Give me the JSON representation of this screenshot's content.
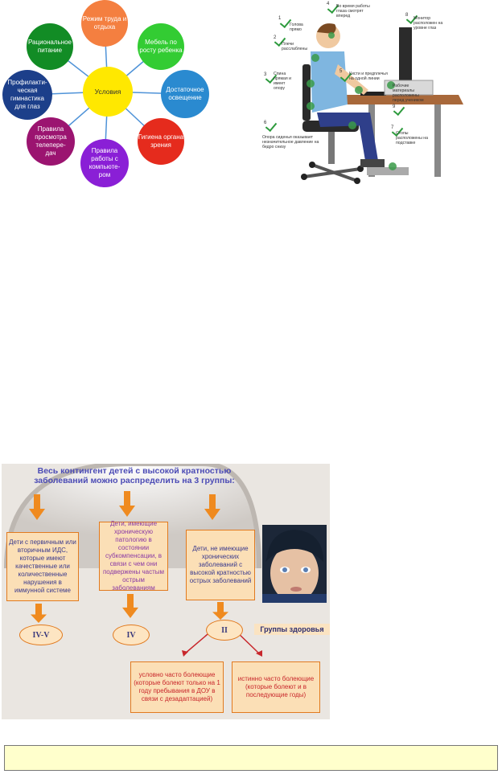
{
  "flower": {
    "center": "Условия",
    "petals": [
      {
        "label": "Режим труда и отдыха",
        "color": "#f47f40"
      },
      {
        "label": "Мебель по росту ребенка",
        "color": "#33cc33"
      },
      {
        "label": "Достаточное освещение",
        "color": "#2a8ad0"
      },
      {
        "label": "Гигиена органа зрения",
        "color": "#e52b1d"
      },
      {
        "label": "Правила работы с компьюте-ром",
        "color": "#8a1fd6"
      },
      {
        "label": "Правила просмотра телепере-дач",
        "color": "#9b1470"
      },
      {
        "label": "Профилакти-ческая гимнастика для глаз",
        "color": "#1c3f8a"
      },
      {
        "label": "Рациональное питание",
        "color": "#128c25"
      }
    ],
    "spoke_color": "#4f93d8"
  },
  "posture": {
    "notes": [
      {
        "num": "1",
        "text": "Голова прямо"
      },
      {
        "num": "2",
        "text": "Плечи расслаблены"
      },
      {
        "num": "3",
        "text": "Спина прямая и имеет опору"
      },
      {
        "num": "4",
        "text": "Во время работы глаза смотрят вперед"
      },
      {
        "num": "5",
        "text": "Кисти и предплечья на одной линии"
      },
      {
        "num": "6",
        "text": "Опора сиденья оказывает незначительное давление на бедро снизу"
      },
      {
        "num": "7",
        "text": "Стопы расположены на подставке"
      },
      {
        "num": "8",
        "text": "Монитор расположен на уровне глаз"
      },
      {
        "num": "9",
        "text": ""
      },
      {
        "label": "Рабочие материалы расположены перед учеником"
      }
    ]
  },
  "groups": {
    "title_line1": "Весь контингент детей с высокой кратностью",
    "title_line2": "заболеваний можно распределить на 3 группы:",
    "box1": "Дети с первичным или вторичным ИДС, которые имеют качественные или количественные нарушения в иммунной системе",
    "box2": "Дети, имеющие хроническую патологию в состоянии субкомпенсации, в связи с чем они подвержены частым острым заболеваниям",
    "box3": "Дети, не имеющие хронических заболеваний с высокой кратностью острых заболеваний",
    "oval1": "IV-V",
    "oval2": "IV",
    "oval3": "II",
    "health_groups_label": "Группы здоровья",
    "sub1": "условно часто болеющие (которые болеют только на 1 году пребывания в ДОУ в связи с дезадаптацией)",
    "sub2": "истинно часто болеющие (которые болеют и в последующие годы)"
  },
  "footer": {
    "text": ""
  }
}
